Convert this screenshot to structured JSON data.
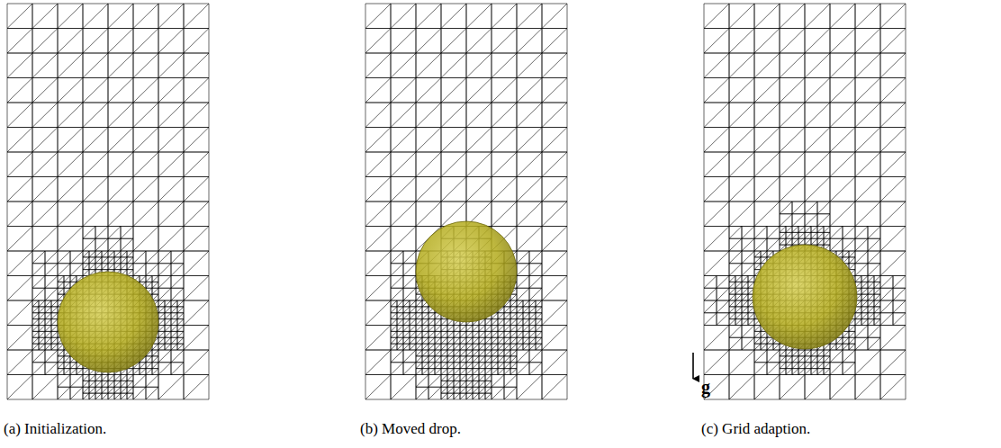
{
  "diagram": {
    "labels": [
      "(a) Initialization.",
      "(b) Moved drop.",
      "(c) Grid adaption.",
      "g"
    ]
  }
}
